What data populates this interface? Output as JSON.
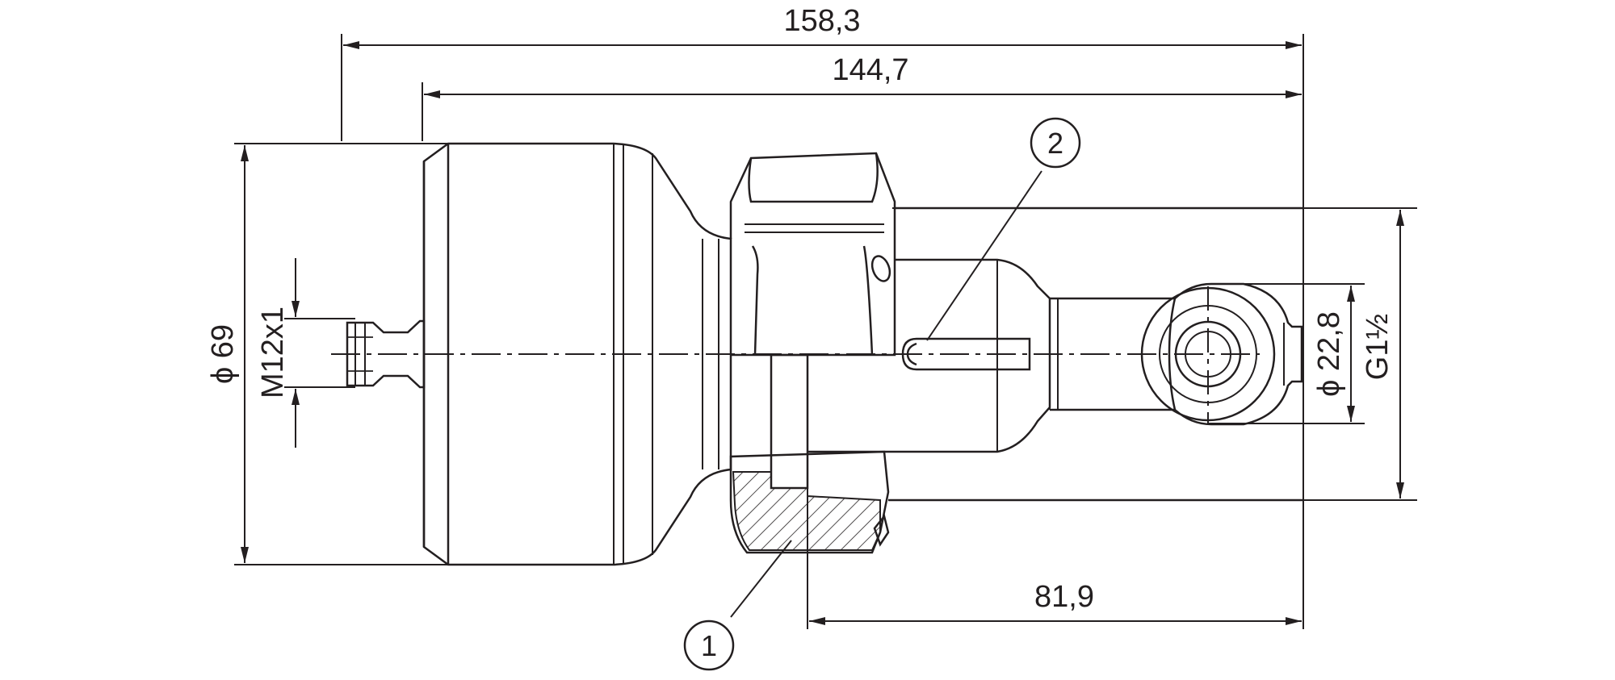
{
  "drawing": {
    "line_color": "#231f20",
    "background": "#ffffff",
    "dimensions": {
      "overall_length": "158,3",
      "body_length": "144,7",
      "housing_diameter": "ϕ 69",
      "connector_thread": "M12x1",
      "probe_length": "81,9",
      "probe_diameter": "ϕ 22,8",
      "process_thread": "G1½"
    },
    "callouts": {
      "item_1": "1",
      "item_2": "2"
    }
  }
}
